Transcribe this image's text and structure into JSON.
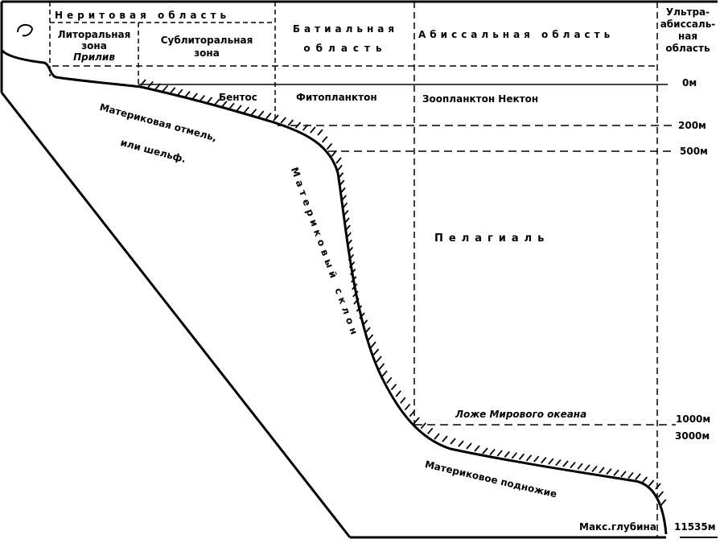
{
  "header": {
    "neritic": "Неритовая область",
    "littoral_line1": "Литоральная",
    "littoral_line2": "зона",
    "littoral_line3": "Прилив",
    "sublittoral_line1": "Сублиторальная",
    "sublittoral_line2": "зона",
    "bathyal_line1": "Батиальная",
    "bathyal_line2": "область",
    "abyssal": "Абиссальная область",
    "ultra_line1": "Ультра-",
    "ultra_line2": "абиссаль-",
    "ultra_line3": "ная",
    "ultra_line4": "область"
  },
  "zones": {
    "benthos": "Бентос",
    "phytoplankton": "Фитопланктон",
    "zooplankton_nekton": "Зоопланктон Нектон",
    "pelagial": "Пелагиаль",
    "ocean_floor": "Ложе Мирового океана"
  },
  "relief": {
    "shelf_line1": "Материковая отмель,",
    "shelf_line2": "или шельф.",
    "slope": "Материковый склон",
    "rise": "Материковое подножие",
    "max_depth": "Макс.глубина"
  },
  "depths": {
    "d0": "0м",
    "d200": "200м",
    "d500": "500м",
    "d1000": "1000м",
    "d3000": "3000м",
    "d11535": "11535м"
  },
  "colors": {
    "ink": "#000000",
    "paper": "#ffffff"
  }
}
